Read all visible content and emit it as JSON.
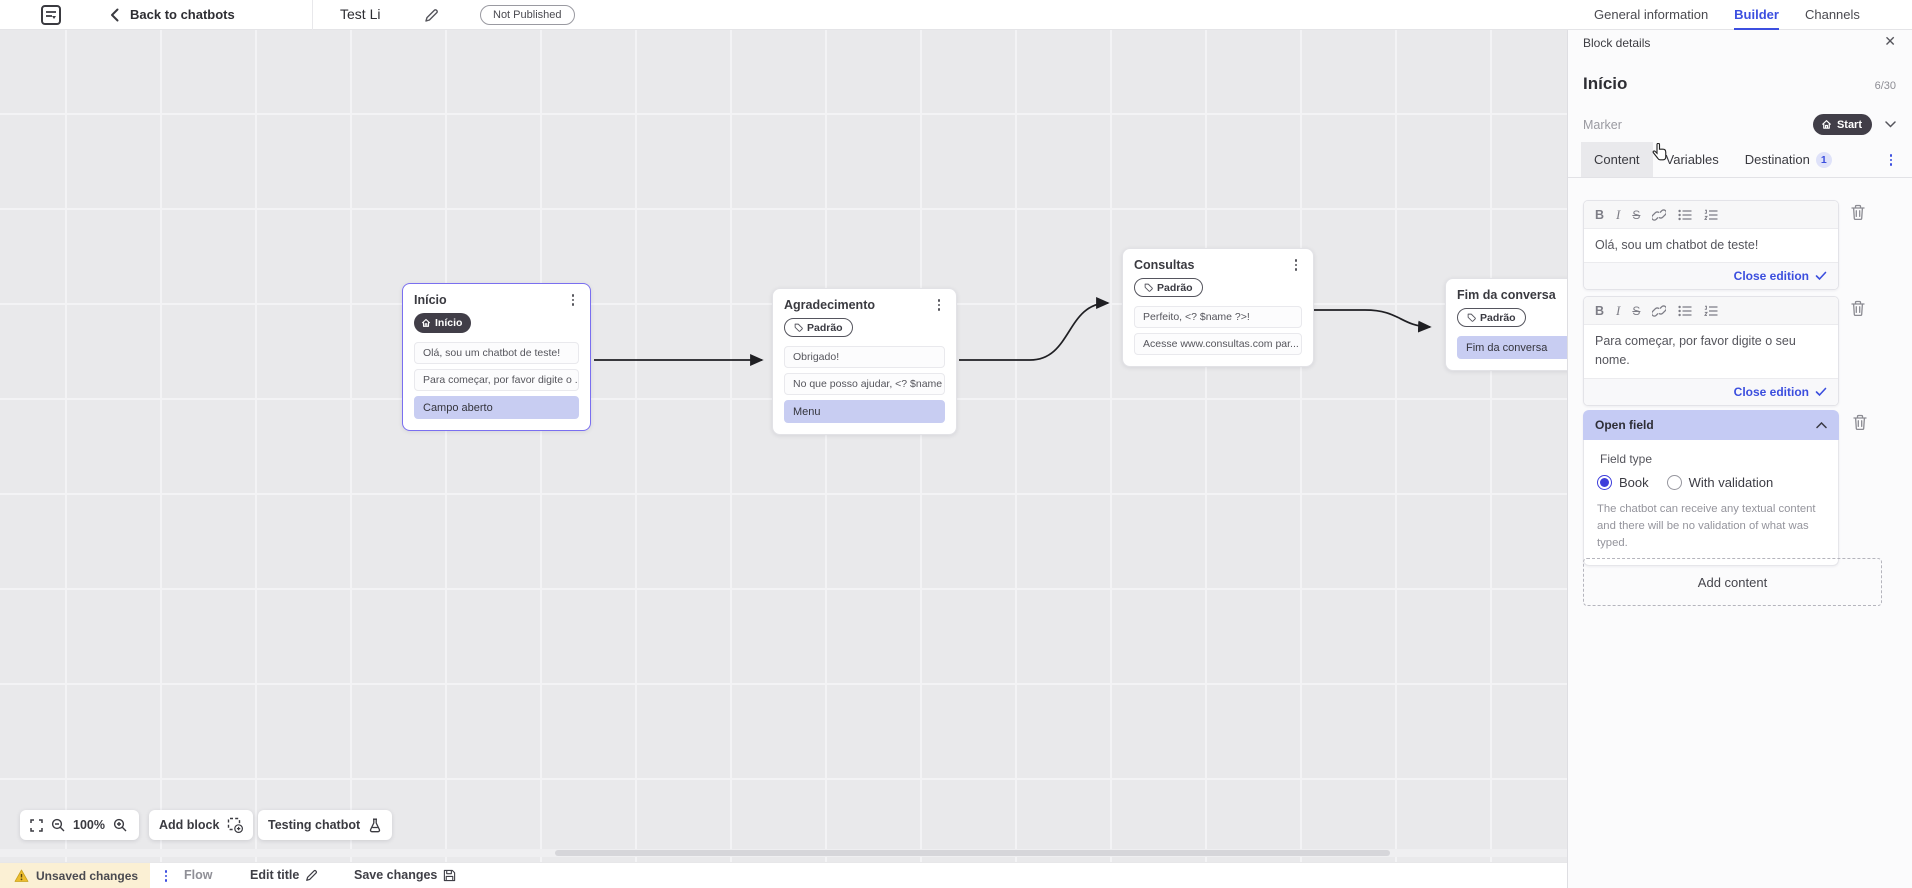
{
  "topbar": {
    "back_label": "Back to chatbots",
    "chatbot_title": "Test Li",
    "publish_status": "Not Published",
    "nav_tabs": [
      {
        "label": "General information",
        "active": false
      },
      {
        "label": "Builder",
        "active": true
      },
      {
        "label": "Channels",
        "active": false
      }
    ]
  },
  "canvas": {
    "zoom_level": "100%",
    "add_block_label": "Add block",
    "testing_label": "Testing chatbot",
    "blocks": [
      {
        "title": "Início",
        "marker": "Início",
        "rows": [
          {
            "text": "Olá, sou um chatbot de teste!"
          },
          {
            "text": "Para começar, por favor digite o ..."
          },
          {
            "text": "Campo aberto"
          }
        ]
      },
      {
        "title": "Agradecimento",
        "marker": "Padrão",
        "rows": [
          {
            "text": "Obrigado!"
          },
          {
            "text": "No que posso ajudar, <? $name ..."
          },
          {
            "text": "Menu"
          }
        ]
      },
      {
        "title": "Consultas",
        "marker": "Padrão",
        "rows": [
          {
            "text": "Perfeito, <? $name ?>!"
          },
          {
            "text": "Acesse www.consultas.com par..."
          }
        ]
      },
      {
        "title": "Fim da conversa",
        "marker": "Padrão",
        "rows": [
          {
            "text": "Fim da conversa"
          }
        ]
      }
    ]
  },
  "panel": {
    "header": "Block details",
    "block_name": "Início",
    "name_counter": "6/30",
    "marker_label": "Marker",
    "marker_value": "Start",
    "tabs": [
      {
        "label": "Content"
      },
      {
        "label": "Variables"
      },
      {
        "label": "Destination",
        "badge": "1"
      }
    ],
    "editors": [
      {
        "text": "Olá, sou um chatbot de teste!",
        "close_label": "Close edition"
      },
      {
        "text": "Para começar, por favor digite o seu nome.",
        "close_label": "Close edition"
      }
    ],
    "open_field": {
      "header": "Open field",
      "field_type_label": "Field type",
      "options": [
        {
          "label": "Book",
          "selected": true
        },
        {
          "label": "With validation",
          "selected": false
        }
      ],
      "description": "The chatbot can receive any textual content and there will be no validation of what was typed."
    },
    "add_content_label": "Add content"
  },
  "statusbar": {
    "unsaved": "Unsaved changes",
    "flow": "Flow",
    "edit_title": "Edit title",
    "save": "Save changes"
  },
  "colors": {
    "accent": "#3c4fe0",
    "selected_block_border": "#7a6ff0",
    "dark_pill": "#413e48",
    "lavender_row": "#c8cdf2",
    "warning_bg": "#fbf0d4",
    "canvas_bg": "#e9e9eb"
  }
}
